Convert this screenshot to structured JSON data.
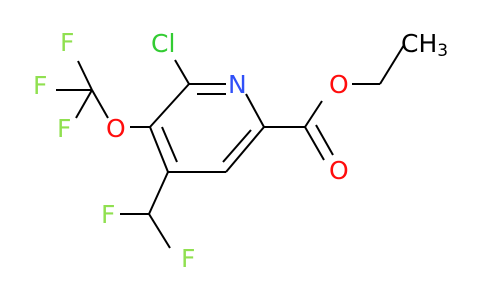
{
  "molecule": {
    "atoms": [
      {
        "id": "Cl",
        "symbol": "Cl",
        "color": "#33cc33"
      },
      {
        "id": "N",
        "symbol": "N",
        "color": "#3050f8"
      },
      {
        "id": "O_ether",
        "symbol": "O",
        "color": "#ff0d0d"
      },
      {
        "id": "O_ester",
        "symbol": "O",
        "color": "#ff0d0d"
      },
      {
        "id": "O_carbonyl",
        "symbol": "O",
        "color": "#ff0d0d"
      },
      {
        "id": "F1",
        "symbol": "F",
        "color": "#90e050"
      },
      {
        "id": "F2",
        "symbol": "F",
        "color": "#90e050"
      },
      {
        "id": "F3",
        "symbol": "F",
        "color": "#90e050"
      },
      {
        "id": "F4",
        "symbol": "F",
        "color": "#90e050"
      },
      {
        "id": "F5",
        "symbol": "F",
        "color": "#90e050"
      },
      {
        "id": "CH3",
        "symbol": "CH",
        "subscript": "3",
        "color": "#000000"
      }
    ],
    "bond_color": "#000000"
  }
}
